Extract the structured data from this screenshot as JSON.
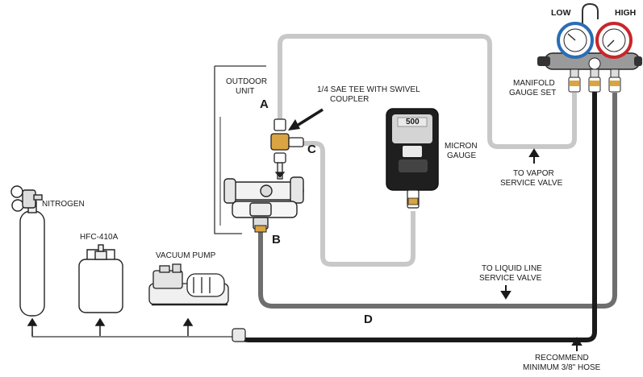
{
  "labels": {
    "low": "LOW",
    "high": "HIGH",
    "manifold_1": "MANIFOLD",
    "manifold_2": "GAUGE SET",
    "outdoor_1": "OUTDOOR",
    "outdoor_2": "UNIT",
    "tee_1": "1/4 SAE TEE WITH SWIVEL",
    "tee_2": "COUPLER",
    "micron_1": "MICRON",
    "micron_2": "GAUGE",
    "micron_readout": "500",
    "vapor_1": "TO VAPOR",
    "vapor_2": "SERVICE VALVE",
    "liquid_1": "TO LIQUID LINE",
    "liquid_2": "SERVICE VALVE",
    "nitrogen": "NITROGEN",
    "hfc": "HFC-410A",
    "vacuum": "VACUUM PUMP",
    "recommend_1": "RECOMMEND",
    "recommend_2": "MINIMUM 3/8\" HOSE",
    "point_a": "A",
    "point_b": "B",
    "point_c": "C",
    "point_d": "D"
  },
  "colors": {
    "hose_light": "#c8c8c8",
    "hose_mid": "#6e6e6e",
    "hose_dark": "#1a1a1a",
    "gauge_low": "#2a6db5",
    "gauge_high": "#c8262b",
    "fitting": "#d9a441"
  }
}
